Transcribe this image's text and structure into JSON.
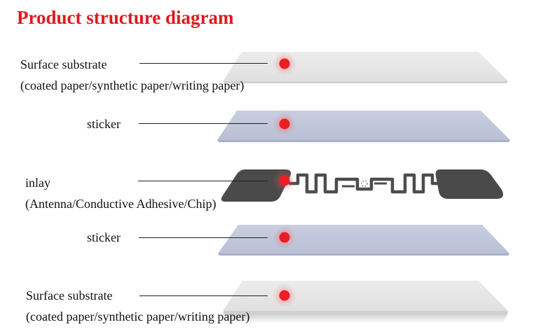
{
  "title": "Product structure diagram",
  "accent_color": "#e0191e",
  "layers": [
    {
      "name": "Surface substrate",
      "detail": "(coated paper/synthetic paper/writing paper)",
      "color": "#e4e4e4"
    },
    {
      "name": "sticker",
      "detail": "",
      "color": "#bfc6d9"
    },
    {
      "name": "inlay",
      "detail": "(Antenna/Conductive Adhesive/Chip)",
      "color": "#4a4a4a"
    },
    {
      "name": "sticker",
      "detail": "",
      "color": "#bfc6d9"
    },
    {
      "name": "Surface substrate",
      "detail": "(coated paper/synthetic paper/writing paper)",
      "color": "#e4e4e4"
    }
  ]
}
